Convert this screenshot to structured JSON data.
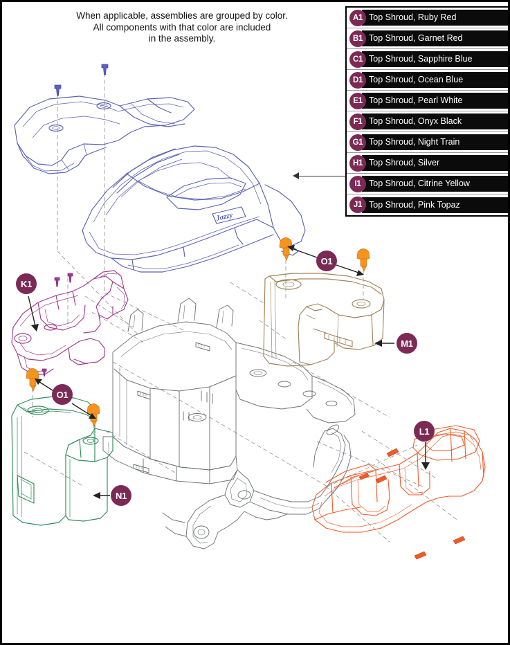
{
  "page": {
    "note_line1": "When applicable, assemblies are grouped by color.",
    "note_line2": "All components with that color are included",
    "note_line3": "in the assembly."
  },
  "legend": {
    "rows": [
      {
        "code": "A1",
        "label": "Top Shroud, Ruby Red"
      },
      {
        "code": "B1",
        "label": "Top Shroud, Garnet Red"
      },
      {
        "code": "C1",
        "label": "Top Shroud, Sapphire Blue"
      },
      {
        "code": "D1",
        "label": "Top Shroud, Ocean Blue"
      },
      {
        "code": "E1",
        "label": "Top Shroud, Pearl White"
      },
      {
        "code": "F1",
        "label": "Top Shroud, Onyx Black"
      },
      {
        "code": "G1",
        "label": "Top Shroud, Night Train"
      },
      {
        "code": "H1",
        "label": "Top Shroud, Silver"
      },
      {
        "code": "I1",
        "label": "Top Shroud, Citrine Yellow"
      },
      {
        "code": "J1",
        "label": "Top Shroud, Pink Topaz"
      }
    ]
  },
  "callouts": [
    {
      "code": "K1",
      "part": "front-shroud-magenta"
    },
    {
      "code": "L1",
      "part": "frame-orange"
    },
    {
      "code": "M1",
      "part": "battery-cover-tan"
    },
    {
      "code": "N1",
      "part": "battery-cover-green"
    },
    {
      "code": "O1",
      "part": "push-rivet-fastener"
    },
    {
      "code": "O1",
      "part": "push-rivet-fastener"
    }
  ],
  "drawing": {
    "top_shroud_logo": "Jazzy",
    "colors": {
      "badge": "#7B2A55",
      "top_shroud_blue": "#5B62B5",
      "front_shroud_magenta": "#A13C92",
      "battery_cover_tan": "#A0825A",
      "battery_cover_green": "#2E8B57",
      "frame_orange": "#F05A28",
      "fastener_orange": "#F7941E",
      "chassis_gray": "#6E7278",
      "leader_line": "#333333",
      "page_border": "#000000"
    }
  }
}
